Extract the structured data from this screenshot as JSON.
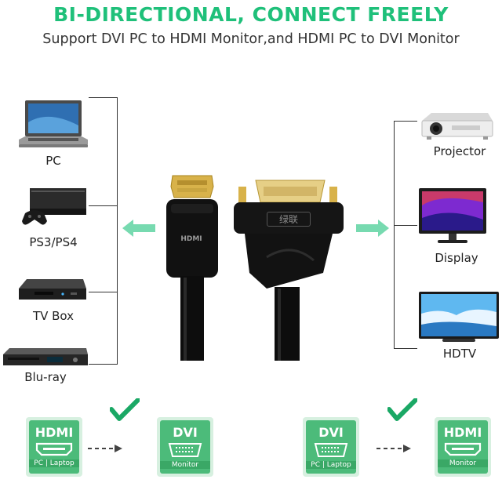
{
  "headline": "BI-DIRECTIONAL, CONNECT FREELY",
  "subheadline": "Support DVI PC to HDMI Monitor,and HDMI PC to DVI Monitor",
  "left_devices": [
    "PC",
    "PS3/PS4",
    "TV Box",
    "Blu-ray"
  ],
  "right_devices": [
    "Projector",
    "Display",
    "HDTV"
  ],
  "adapter": {
    "hdmi_plug_text": "HDMI",
    "dvi_housing_text": "绿联"
  },
  "diagram_left": {
    "source_title": "HDMI",
    "source_caption": "PC | Laptop",
    "target_title": "DVI",
    "target_caption": "Monitor"
  },
  "diagram_right": {
    "source_title": "DVI",
    "source_caption": "PC | Laptop",
    "target_title": "HDMI",
    "target_caption": "Monitor"
  },
  "colors": {
    "accent_green": "#1fc07a",
    "box_green": "#4cbb7a",
    "box_light": "#d7f0e0",
    "check_green": "#1aa865",
    "gold": "#d8b24a"
  }
}
